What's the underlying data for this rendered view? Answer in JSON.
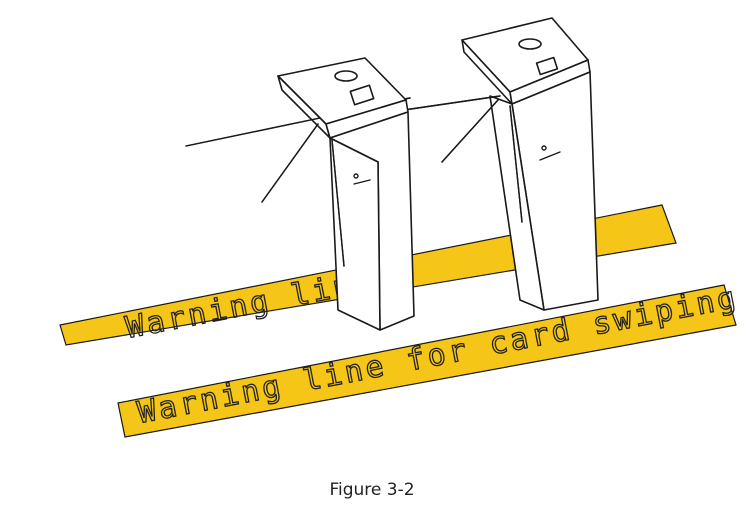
{
  "figure": {
    "caption": "Figure 3-2",
    "stripe_color": "#f5c518"
  },
  "labels": {
    "rear_stripe": "Warning line",
    "front_stripe": "Warning line for card swiping"
  }
}
